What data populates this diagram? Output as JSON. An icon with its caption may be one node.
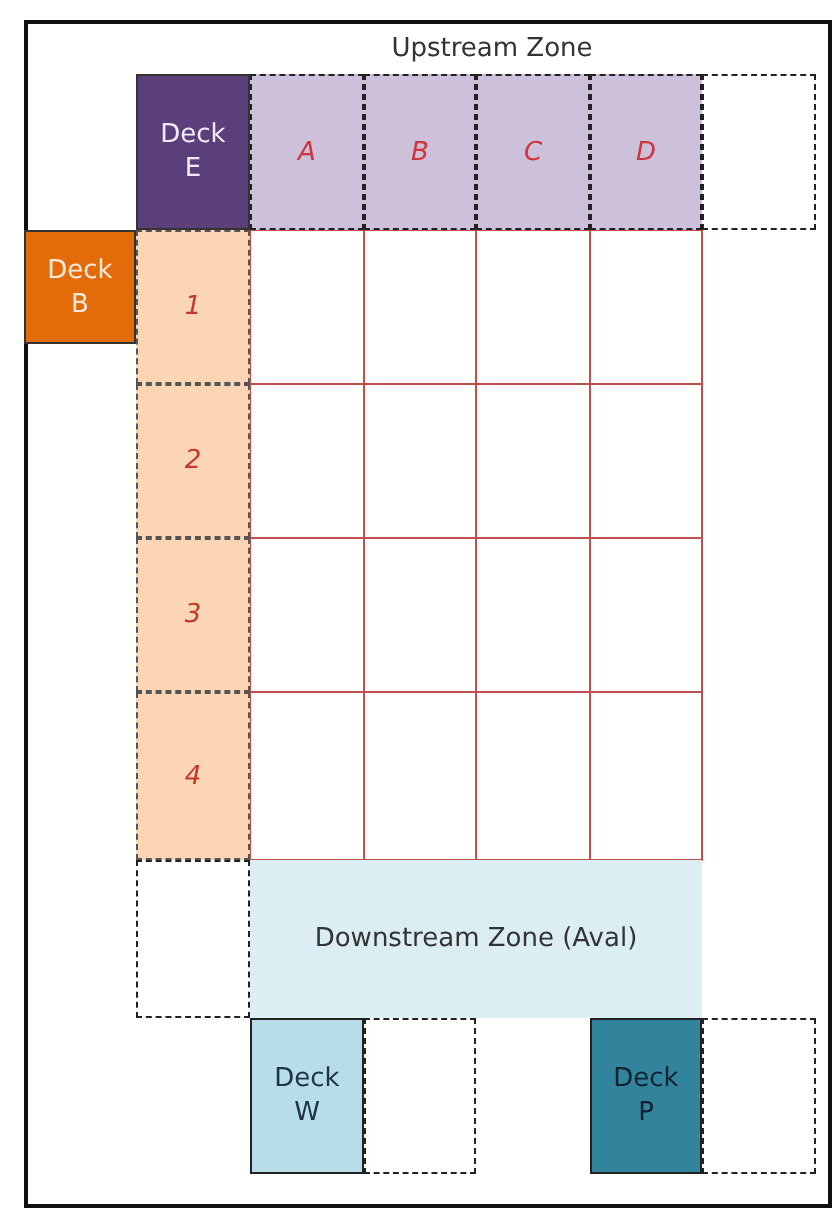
{
  "diagram": {
    "nodes": [
      {
        "text": [
          "Deck E"
        ]
      },
      {
        "text": [
          "A"
        ]
      },
      {
        "text": [
          "B"
        ]
      },
      {
        "text": [
          "C"
        ]
      },
      {
        "text": [
          "D"
        ]
      },
      {
        "text": [],
        "shape": "box"
      },
      {
        "text": [
          "Deck B"
        ]
      },
      {
        "text": [
          "1"
        ]
      },
      {
        "text": [
          "2"
        ]
      },
      {
        "text": [
          "3"
        ]
      },
      {
        "text": [
          "4"
        ]
      },
      {
        "text": [],
        "shape": "box"
      },
      {
        "text": [
          "Downstream Zone (Aval)"
        ]
      },
      {
        "text": [
          "Deck W"
        ]
      },
      {
        "text": [],
        "shape": "box"
      },
      {
        "text": [
          "Deck P"
        ]
      },
      {
        "text": [],
        "shape": "box"
      }
    ],
    "edges": [],
    "labels": [
      "Upstream Zone"
    ]
  }
}
